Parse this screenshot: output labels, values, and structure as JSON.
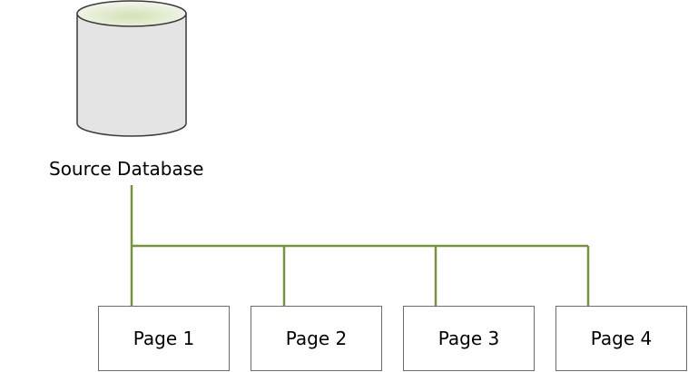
{
  "source": {
    "label": "Source Database",
    "icon": "database-cylinder-icon",
    "top_color": "#d7e4bd",
    "body_color": "#e4e4e4"
  },
  "connector_color": "#77933c",
  "pages": [
    {
      "label": "Page 1"
    },
    {
      "label": "Page 2"
    },
    {
      "label": "Page 3"
    },
    {
      "label": "Page 4"
    }
  ]
}
